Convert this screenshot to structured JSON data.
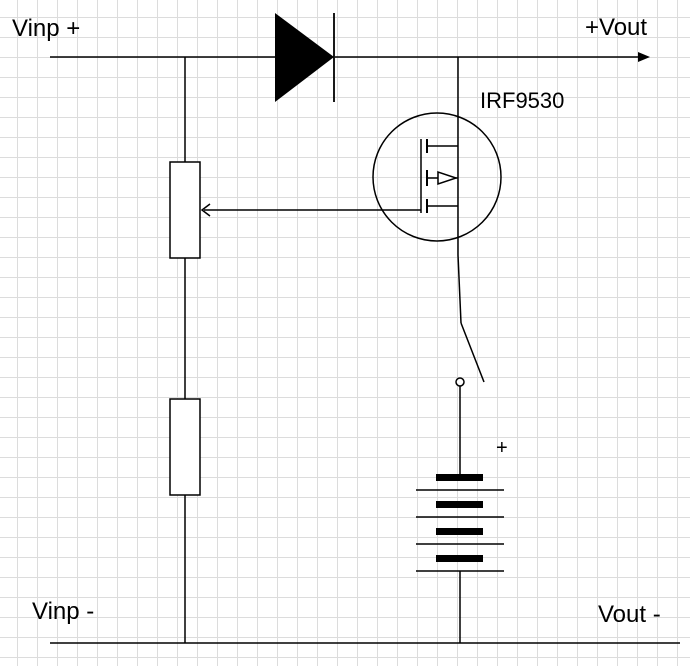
{
  "labels": {
    "vinp_plus": "Vinp +",
    "vout_plus": "+Vout",
    "mosfet_part": "IRF9530",
    "battery_plus": "+",
    "vinp_minus": "Vinp -",
    "vout_minus": "Vout -"
  },
  "colors": {
    "wire": "#000000",
    "grid": "#dcdcdc",
    "background": "#ffffff"
  },
  "components": [
    {
      "type": "diode",
      "name": "diode"
    },
    {
      "type": "p-channel-mosfet",
      "name": "mosfet",
      "part": "IRF9530"
    },
    {
      "type": "potentiometer",
      "name": "potentiometer"
    },
    {
      "type": "resistor",
      "name": "resistor"
    },
    {
      "type": "switch",
      "name": "switch"
    },
    {
      "type": "battery",
      "name": "battery",
      "cells": 4
    }
  ]
}
